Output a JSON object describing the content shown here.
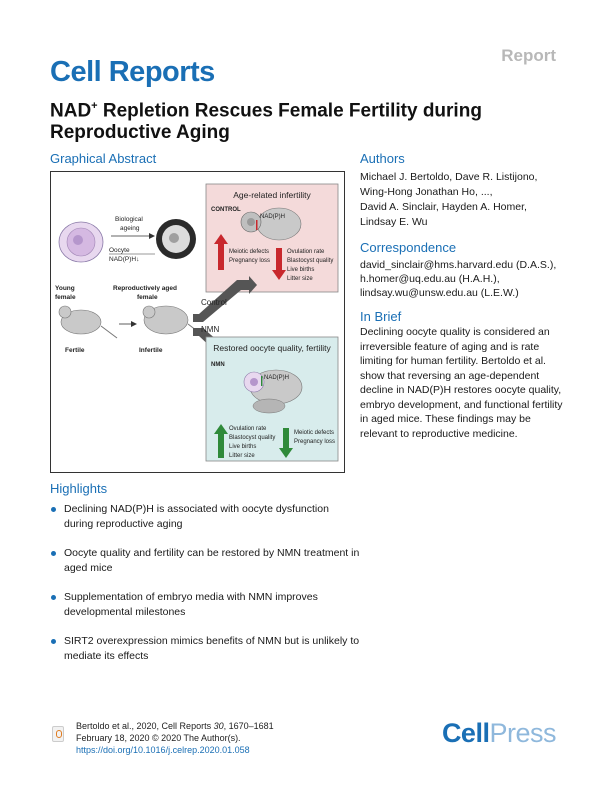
{
  "header": {
    "article_type": "Report",
    "journal": "Cell Reports",
    "title_main": "NAD",
    "title_sup": "+",
    "title_rest": " Repletion Rescues Female Fertility during Reproductive Aging"
  },
  "graphical_abstract": {
    "heading": "Graphical Abstract",
    "labels": {
      "biological": "Biological",
      "ageing": "ageing",
      "oocyte": "Oocyte",
      "nadph_down": "NAD(P)H↓",
      "young": "Young",
      "female": "female",
      "repro_aged_1": "Reproductively aged",
      "repro_aged_2": "female",
      "fertile": "Fertile",
      "infertile": "Infertile",
      "control_arrow": "Control",
      "nmn_arrow": "NMN",
      "top_box_title": "Age-related infertility",
      "control_tag": "CONTROL",
      "nadph": "NAD(P)H",
      "meiotic": "Meiotic defects",
      "pregnancy": "Pregnancy loss",
      "ovulation": "Ovulation rate",
      "blastocyst": "Blastocyst quality",
      "live_births": "Live births",
      "litter": "Litter size",
      "bottom_box_title": "Restored oocyte quality, fertility",
      "nmn_tag": "NMN"
    },
    "colors": {
      "top_box": "#f4dada",
      "bottom_box": "#d8ecec",
      "up_red": "#c8282d",
      "down_green": "#2f8a3a"
    }
  },
  "authors": {
    "heading": "Authors",
    "lines": [
      "Michael J. Bertoldo, Dave R. Listijono,",
      "Wing-Hong Jonathan Ho, ...,",
      "David A. Sinclair, Hayden A. Homer,",
      "Lindsay E. Wu"
    ]
  },
  "correspondence": {
    "heading": "Correspondence",
    "lines": [
      "david_sinclair@hms.harvard.edu (D.A.S.),",
      "h.homer@uq.edu.au (H.A.H.),",
      "lindsay.wu@unsw.edu.au (L.E.W.)"
    ]
  },
  "in_brief": {
    "heading": "In Brief",
    "text": "Declining oocyte quality is considered an irreversible feature of aging and is rate limiting for human fertility. Bertoldo et al. show that reversing an age-dependent decline in NAD(P)H restores oocyte quality, embryo development, and functional fertility in aged mice. These findings may be relevant to reproductive medicine."
  },
  "highlights": {
    "heading": "Highlights",
    "items": [
      "Declining NAD(P)H is associated with oocyte dysfunction during reproductive aging",
      "Oocyte quality and fertility can be restored by NMN treatment in aged mice",
      "Supplementation of embryo media with NMN improves developmental milestones",
      "SIRT2 overexpression mimics benefits of NMN but is unlikely to mediate its effects"
    ]
  },
  "footer": {
    "citation_line1_a": "Bertoldo et al., 2020, Cell Reports ",
    "citation_volume": "30",
    "citation_line1_b": ", 1670–1681",
    "citation_line2": "February 18, 2020 © 2020 The Author(s).",
    "doi": "https://doi.org/10.1016/j.celrep.2020.01.058",
    "brand_cell": "Cell",
    "brand_press": "Press"
  }
}
